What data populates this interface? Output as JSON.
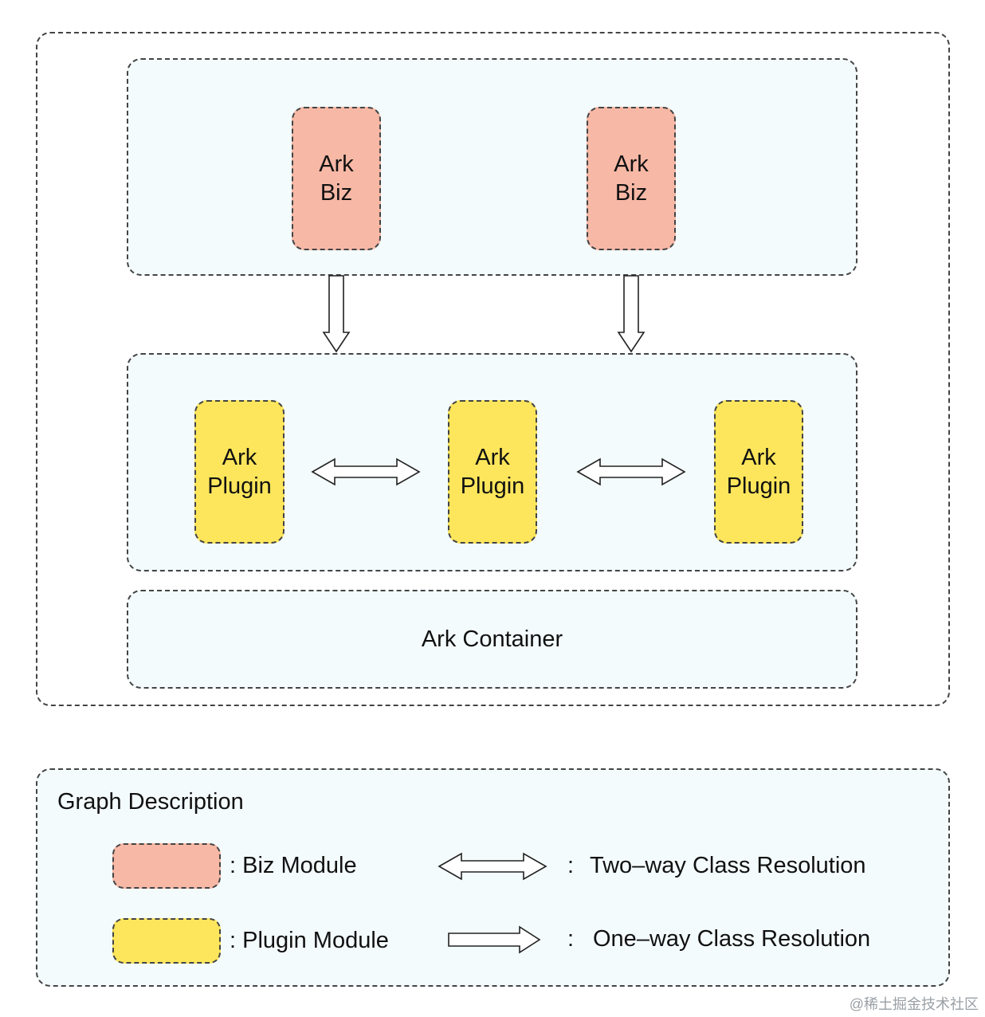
{
  "colors": {
    "biz": "#f7b8a6",
    "plugin": "#fde65c",
    "panel": "#f4fbfc",
    "border": "#444444"
  },
  "diagram": {
    "biz_modules": [
      {
        "line1": "Ark",
        "line2": "Biz"
      },
      {
        "line1": "Ark",
        "line2": "Biz"
      }
    ],
    "plugin_modules": [
      {
        "line1": "Ark",
        "line2": "Plugin"
      },
      {
        "line1": "Ark",
        "line2": "Plugin"
      },
      {
        "line1": "Ark",
        "line2": "Plugin"
      }
    ],
    "container_label": "Ark Container"
  },
  "legend": {
    "title": "Graph Description",
    "biz_label": ": Biz Module",
    "plugin_label": ": Plugin Module",
    "two_way_colon": ":",
    "two_way_label": "Two–way Class Resolution",
    "one_way_colon": ":",
    "one_way_label": "One–way Class Resolution"
  },
  "watermark": "@稀土掘金技术社区"
}
